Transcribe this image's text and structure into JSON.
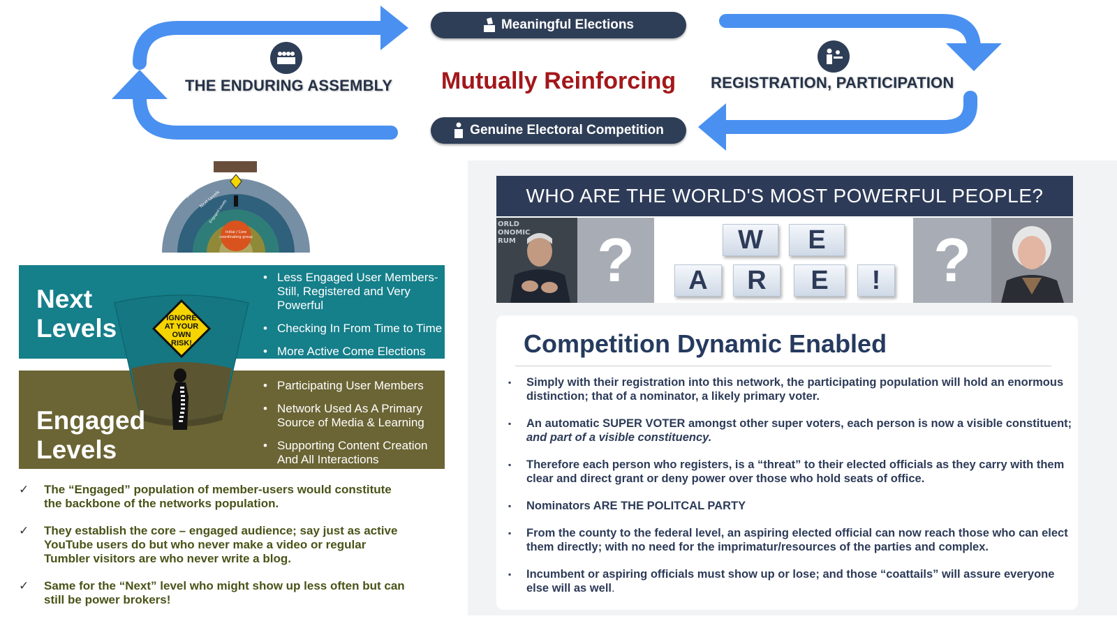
{
  "cycle": {
    "top_pill": "Meaningful Elections",
    "bottom_pill": "Genuine Electoral Competition",
    "center": "Mutually Reinforcing",
    "left_label": "THE ENDURING ASSEMBLY",
    "right_label": "REGISTRATION, PARTICIPATION",
    "arrow_color": "#4a90f0",
    "center_color": "#a3171b"
  },
  "diagram": {
    "ignore_sign": [
      "IGNORE",
      "AT YOUR",
      "OWN",
      "RISK!"
    ]
  },
  "next_levels": {
    "title_line1": "Next",
    "title_line2": "Levels",
    "bullets": [
      "Less Engaged User Members- Still, Registered and Very Powerful",
      "Checking In From Time to Time",
      "More Active Come Elections"
    ],
    "color": "#157f8a"
  },
  "engaged_levels": {
    "title_line1": "Engaged",
    "title_line2": "Levels",
    "bullets": [
      "Participating User Members",
      "Network Used As A Primary Source of Media & Learning",
      "Supporting Content Creation And All Interactions"
    ],
    "color": "#6b6434"
  },
  "checklist": [
    "The “Engaged” population of member-users would constitute the backbone of the networks population.",
    "They establish the core – engaged audience; say just as active YouTube users do but who never make a video or regular Tumbler visitors are who never write a blog.",
    "Same for the  “Next” level who might show up less often but can still be power brokers!"
  ],
  "powerful": {
    "banner": "WHO ARE THE WORLD'S MOST POWERFUL PEOPLE?",
    "question_mark": "?",
    "row1": [
      "W",
      "E"
    ],
    "row2": [
      "A",
      "R",
      "E",
      "!"
    ],
    "banner_color": "#2d3b58"
  },
  "competition": {
    "title": "Competition Dynamic Enabled",
    "b1": "Simply with their registration into this network, the participating population will hold an enormous distinction; that of a nominator, a likely primary voter.",
    "b2_bold": "An automatic SUPER VOTER amongst other super voters, each person is now  a visible constituent; ",
    "b2_italic": "and part of a visible constituency.",
    "b3": "Therefore each person who registers, is a “threat” to their elected officials as they carry with them  clear and direct grant or deny power over those who hold seats of office.",
    "b4": "Nominators ARE THE POLITCAL PARTY",
    "b5": "From the county to the federal level, an aspiring elected official can now reach those who can elect them directly; with no need for the imprimatur/resources of the parties and complex.",
    "b6_bold": "Incumbent or aspiring officials  must show up or lose; and those “coattails” will assure everyone else will as well",
    "b6_normal": "."
  }
}
